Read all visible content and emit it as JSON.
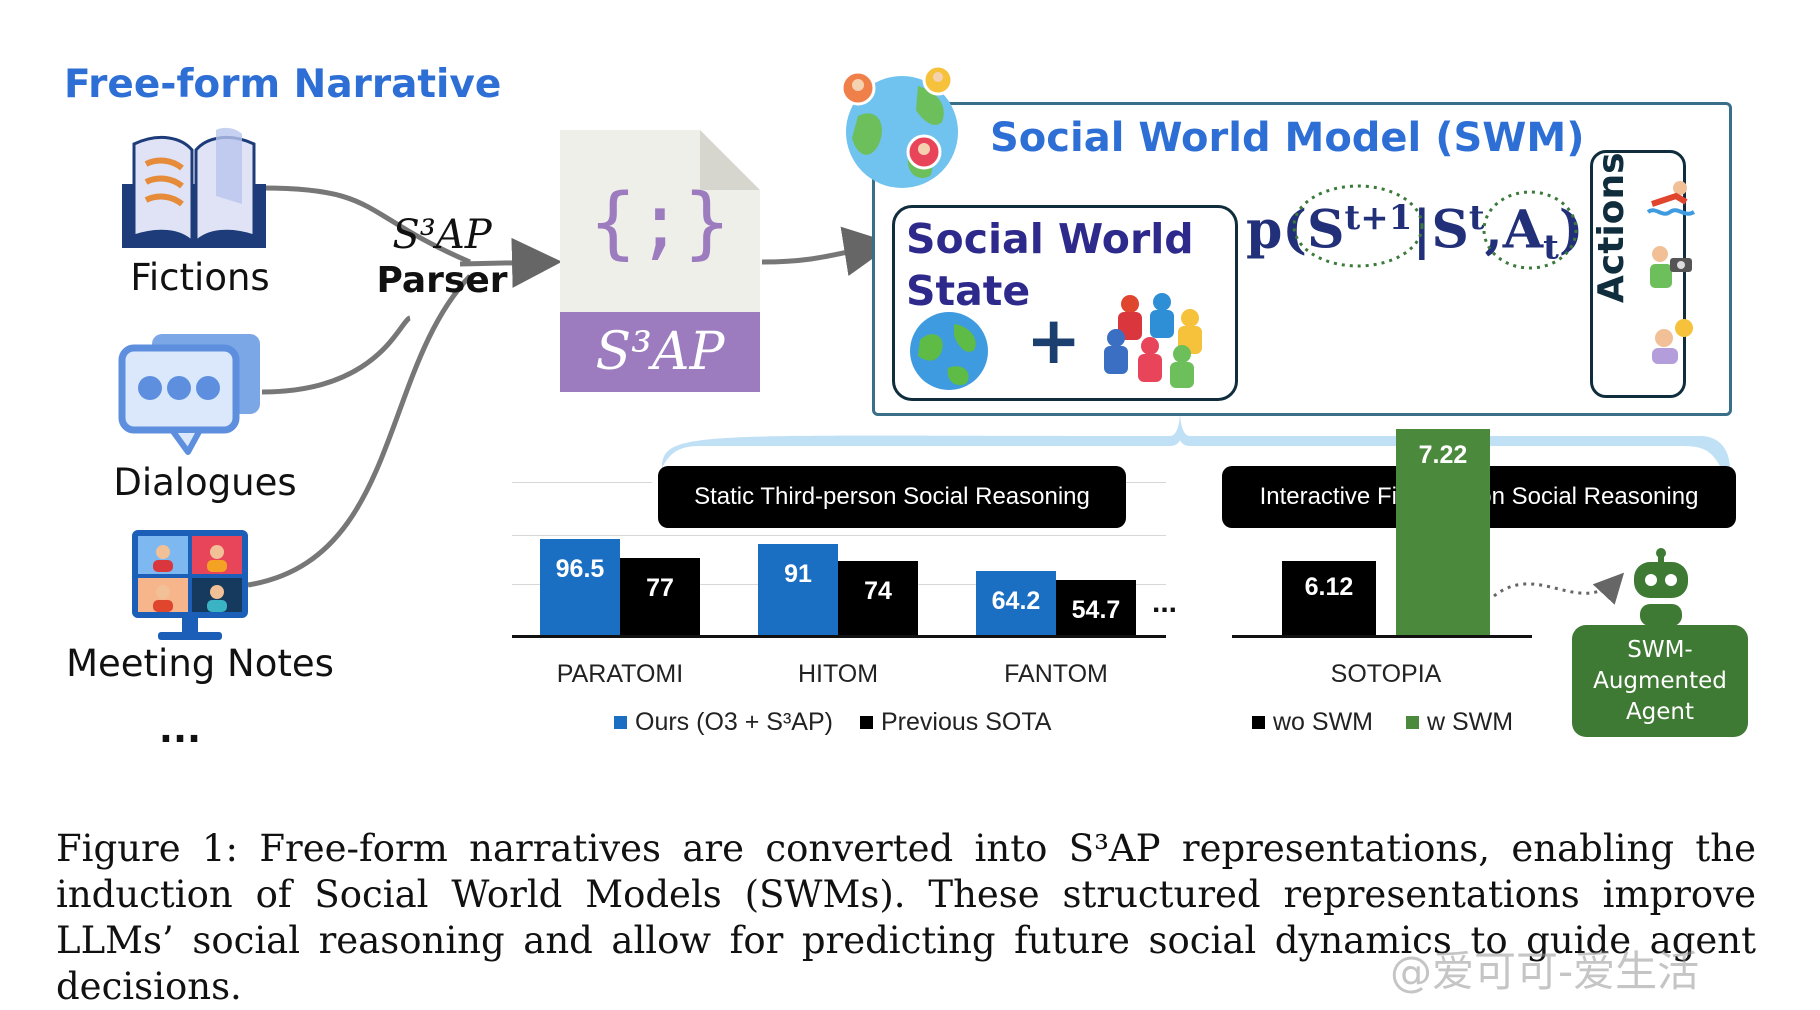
{
  "header": {
    "narrative_title": "Free-form Narrative"
  },
  "sources": [
    {
      "label": "Fictions",
      "icon": "book-icon"
    },
    {
      "label": "Dialogues",
      "icon": "chat-bubbles-icon"
    },
    {
      "label": "Meeting Notes",
      "icon": "video-meeting-icon"
    },
    {
      "label": "..."
    }
  ],
  "parser": {
    "formula": "S³AP",
    "label": "Parser"
  },
  "representation": {
    "symbol": "{;}",
    "label": "S³AP"
  },
  "swm": {
    "title": "Social World Model (SWM)",
    "state_title_line1": "Social World",
    "state_title_line2": "State",
    "plus": "+",
    "actions_label": "Actions",
    "formula": {
      "p": "p(",
      "s": "S",
      "s_sup": "t+1",
      "bar": "|",
      "s2": "S",
      "s2_sup": "t",
      "comma": ",",
      "a": "A",
      "a_sub": "t",
      "close": ")"
    }
  },
  "colors": {
    "brand_blue": "#2e6fd6",
    "ours_blue": "#1b6fc2",
    "previous_black": "#000000",
    "swm_green": "#4b8a3c",
    "purple": "#9c7cbf",
    "agent_green": "#3f7a34"
  },
  "static_panel": {
    "title": "Static Third-person Social Reasoning"
  },
  "interactive_panel": {
    "title": "Interactive First-person Social Reasoning"
  },
  "ellipsis": "...",
  "chart_data": [
    {
      "type": "bar",
      "title": "Static Third-person Social Reasoning",
      "categories": [
        "PARATOMI",
        "HITOM",
        "FANTOM"
      ],
      "series": [
        {
          "name": "Ours (O3 + S³AP)",
          "values": [
            96.5,
            91,
            64.2
          ],
          "labels": [
            "96.5",
            "91",
            "64.2"
          ]
        },
        {
          "name": "Previous SOTA",
          "values": [
            77,
            74,
            54.7
          ],
          "labels": [
            "77",
            "74",
            "54.7"
          ]
        }
      ],
      "ylim": [
        0,
        100
      ],
      "legend": "bottom",
      "grid": true
    },
    {
      "type": "bar",
      "title": "Interactive First-person Social Reasoning",
      "categories": [
        "SOTOPIA"
      ],
      "series": [
        {
          "name": "wo SWM",
          "values": [
            6.12
          ],
          "labels": [
            "6.12"
          ]
        },
        {
          "name": "w SWM",
          "values": [
            7.22
          ],
          "labels": [
            "7.22"
          ]
        }
      ],
      "ylim": [
        5.5,
        7.5
      ],
      "legend": "bottom",
      "grid": false
    }
  ],
  "agent": {
    "label_line1": "SWM-",
    "label_line2": "Augmented",
    "label_line3": "Agent",
    "icon": "robot-icon"
  },
  "caption": "Figure 1: Free-form narratives are converted into S³AP representations, enabling the induction of Social World Models (SWMs). These structured representations improve LLMs’ social reasoning and allow for predicting future social dynamics to guide agent decisions.",
  "watermark": "@爱可可-爱生活"
}
